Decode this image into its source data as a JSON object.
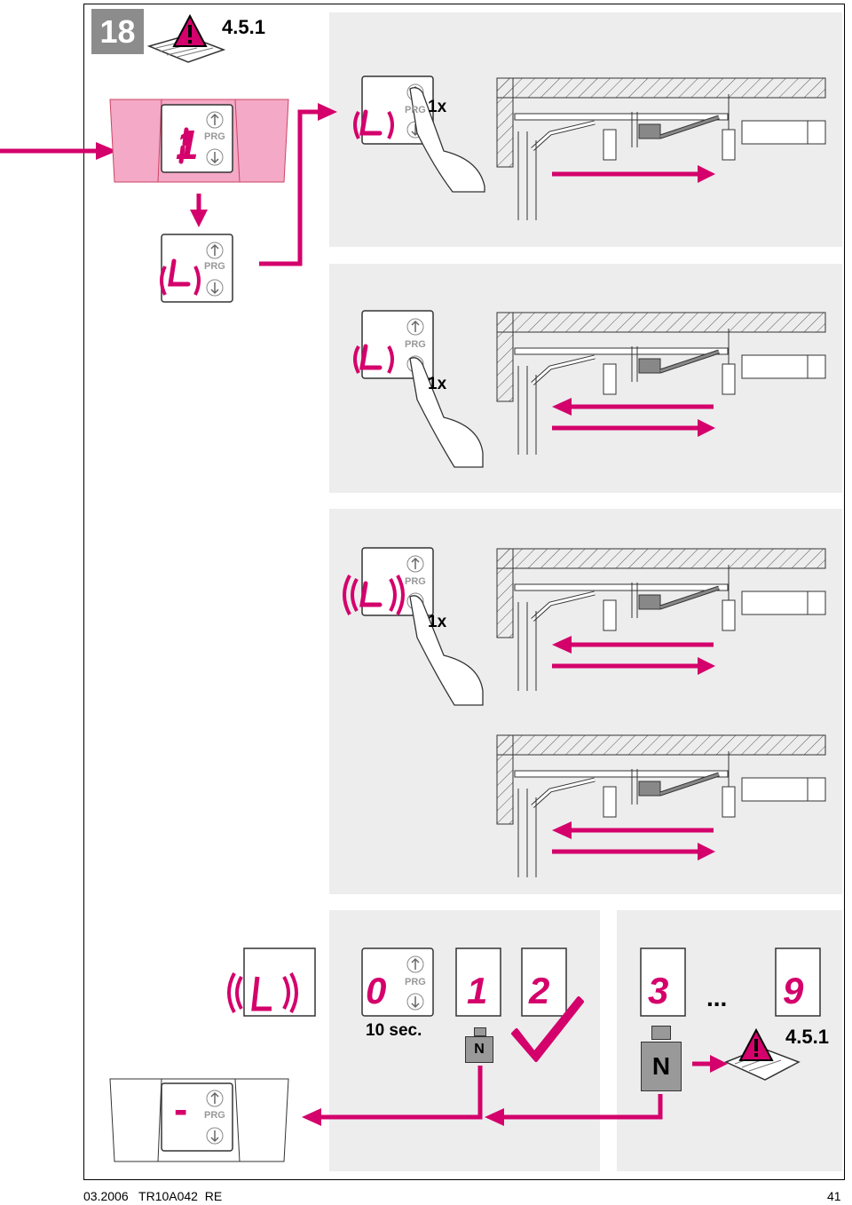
{
  "step": {
    "number": "18"
  },
  "manual_ref_top": "4.5.1",
  "manual_ref_bottom": "4.5.1",
  "buttons": {
    "prg_label": "PRG"
  },
  "display_digits": {
    "top_control": "1",
    "learn": "L",
    "bottom_control": "-",
    "sequence": [
      "0",
      "1",
      "2",
      "3",
      "9"
    ]
  },
  "press_count": "1x",
  "timer_label": "10 sec.",
  "weight_label": "N",
  "ellipsis": "...",
  "footer": {
    "left": "03.2006   TR10A042  RE",
    "page": "41"
  },
  "colors": {
    "accent": "#d4006b",
    "panel_bg": "#ededed",
    "control_pink": "#f4a9c6"
  },
  "icons": [
    "manual-warning-icon",
    "up-arrow-icon",
    "down-arrow-icon",
    "finger-press-icon",
    "weight-icon",
    "checkmark-icon",
    "door-operator-icon"
  ]
}
